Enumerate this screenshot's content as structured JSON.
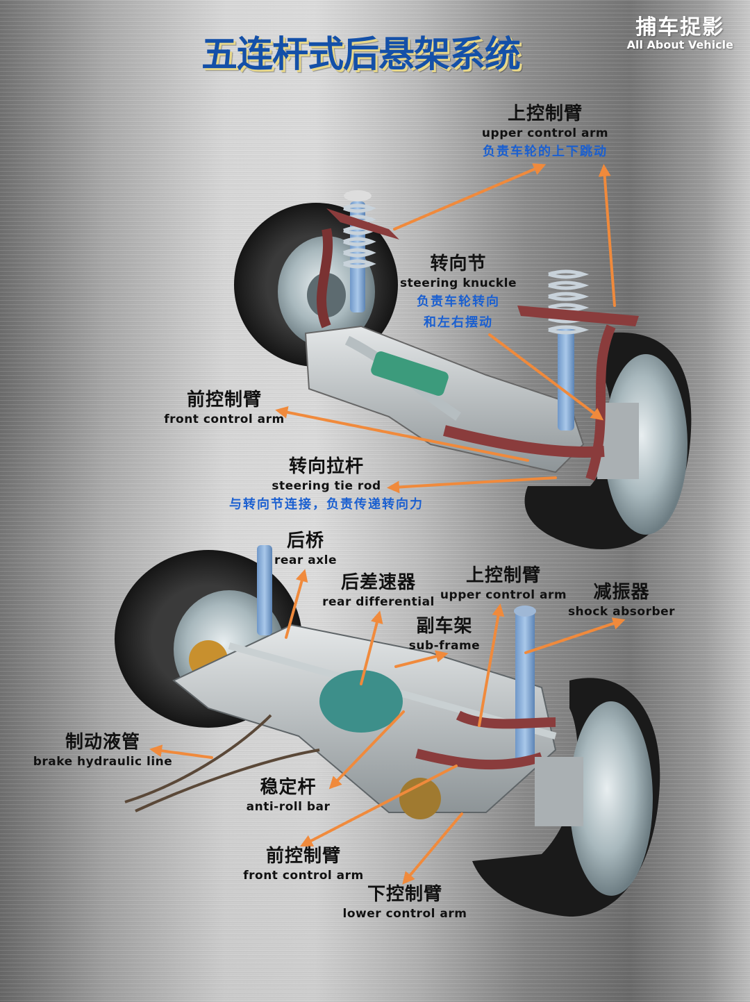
{
  "title": "五连杆式后悬架系统",
  "brand": {
    "name_cn": "捕车捉影",
    "name_en": "All About Vehicle"
  },
  "colors": {
    "title": "#1450a8",
    "title_shadow": "#e8d88a",
    "description": "#1a5fd0",
    "arrow": "#f08a3c",
    "label": "#111111"
  },
  "diagrams": [
    {
      "name": "front-view-suspension-illustration",
      "labels": [
        {
          "id": "upper-control-arm-top",
          "cn": "上控制臂",
          "en": "upper control arm",
          "desc": [
            "负责车轮的上下跳动"
          ]
        },
        {
          "id": "steering-knuckle",
          "cn": "转向节",
          "en": "steering knuckle",
          "desc": [
            "负责车轮转向",
            "和左右摆动"
          ]
        },
        {
          "id": "front-control-arm-top",
          "cn": "前控制臂",
          "en": "front control arm",
          "desc": []
        },
        {
          "id": "steering-tie-rod",
          "cn": "转向拉杆",
          "en": "steering tie rod",
          "desc": [
            "与转向节连接，负责传递转向力"
          ]
        }
      ]
    },
    {
      "name": "rear-view-suspension-illustration",
      "labels": [
        {
          "id": "rear-axle",
          "cn": "后桥",
          "en": "rear axle",
          "desc": []
        },
        {
          "id": "rear-differential",
          "cn": "后差速器",
          "en": "rear differential",
          "desc": []
        },
        {
          "id": "upper-control-arm-bottom",
          "cn": "上控制臂",
          "en": "upper control arm",
          "desc": []
        },
        {
          "id": "shock-absorber",
          "cn": "减振器",
          "en": "shock absorber",
          "desc": []
        },
        {
          "id": "sub-frame",
          "cn": "副车架",
          "en": "sub-frame",
          "desc": []
        },
        {
          "id": "brake-hydraulic-line",
          "cn": "制动液管",
          "en": "brake hydraulic line",
          "desc": []
        },
        {
          "id": "anti-roll-bar",
          "cn": "稳定杆",
          "en": "anti-roll bar",
          "desc": []
        },
        {
          "id": "front-control-arm-bottom",
          "cn": "前控制臂",
          "en": "front control arm",
          "desc": []
        },
        {
          "id": "lower-control-arm",
          "cn": "下控制臂",
          "en": "lower control arm",
          "desc": []
        }
      ]
    }
  ]
}
